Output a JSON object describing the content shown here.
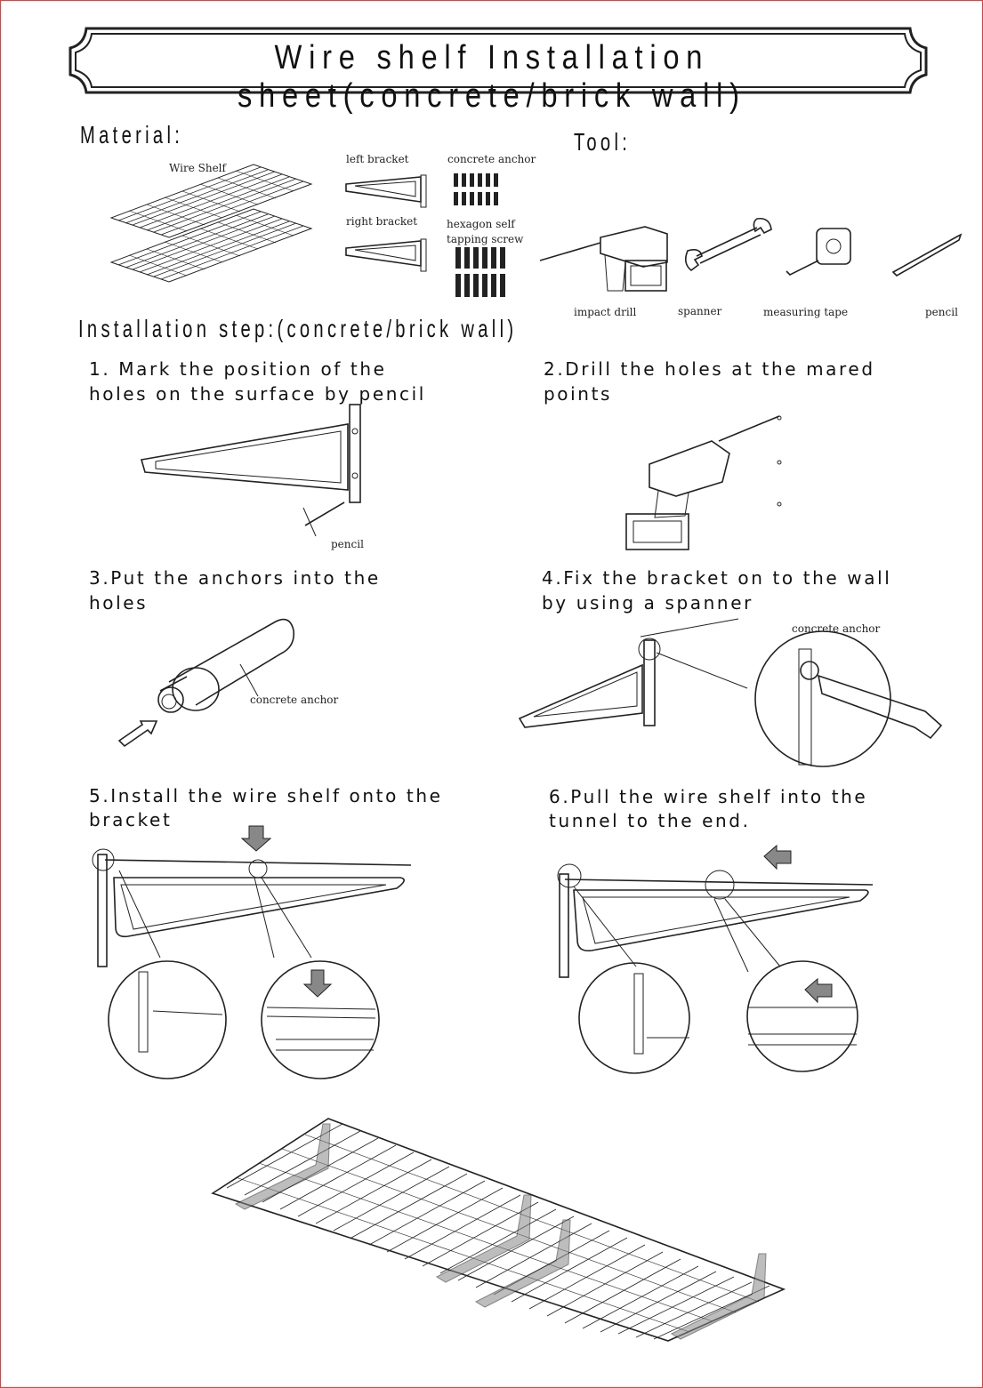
{
  "title": "Wire shelf Installation sheet(concrete/brick wall)",
  "material": {
    "heading": "Material:",
    "wire_shelf": "Wire Shelf",
    "left_bracket": "left bracket",
    "right_bracket": "right bracket",
    "concrete_anchor": "concrete anchor",
    "hexagon_line1": "hexagon self",
    "hexagon_line2": "tapping screw"
  },
  "tool": {
    "heading": "Tool:",
    "impact_drill": "impact drill",
    "spanner": "spanner",
    "measuring_tape": "measuring tape",
    "pencil": "pencil"
  },
  "installation_heading": "Installation step:(concrete/brick wall)",
  "steps": {
    "s1_line1": "1.  Mark the position of the",
    "s1_line2": "holes on the surface by pencil",
    "s1_callout": "pencil",
    "s2_line1": "2.Drill the holes at the mared",
    "s2_line2": "points",
    "s3_line1": "3.Put the anchors into the",
    "s3_line2": "holes",
    "s3_callout": "concrete anchor",
    "s4_line1": "4.Fix the bracket on to the wall",
    "s4_line2": "by using a spanner",
    "s4_callout": "concrete anchor",
    "s5_line1": "5.Install the wire shelf onto the",
    "s5_line2": "bracket",
    "s6_line1": "6.Pull the wire shelf into the",
    "s6_line2": "tunnel to the end."
  }
}
